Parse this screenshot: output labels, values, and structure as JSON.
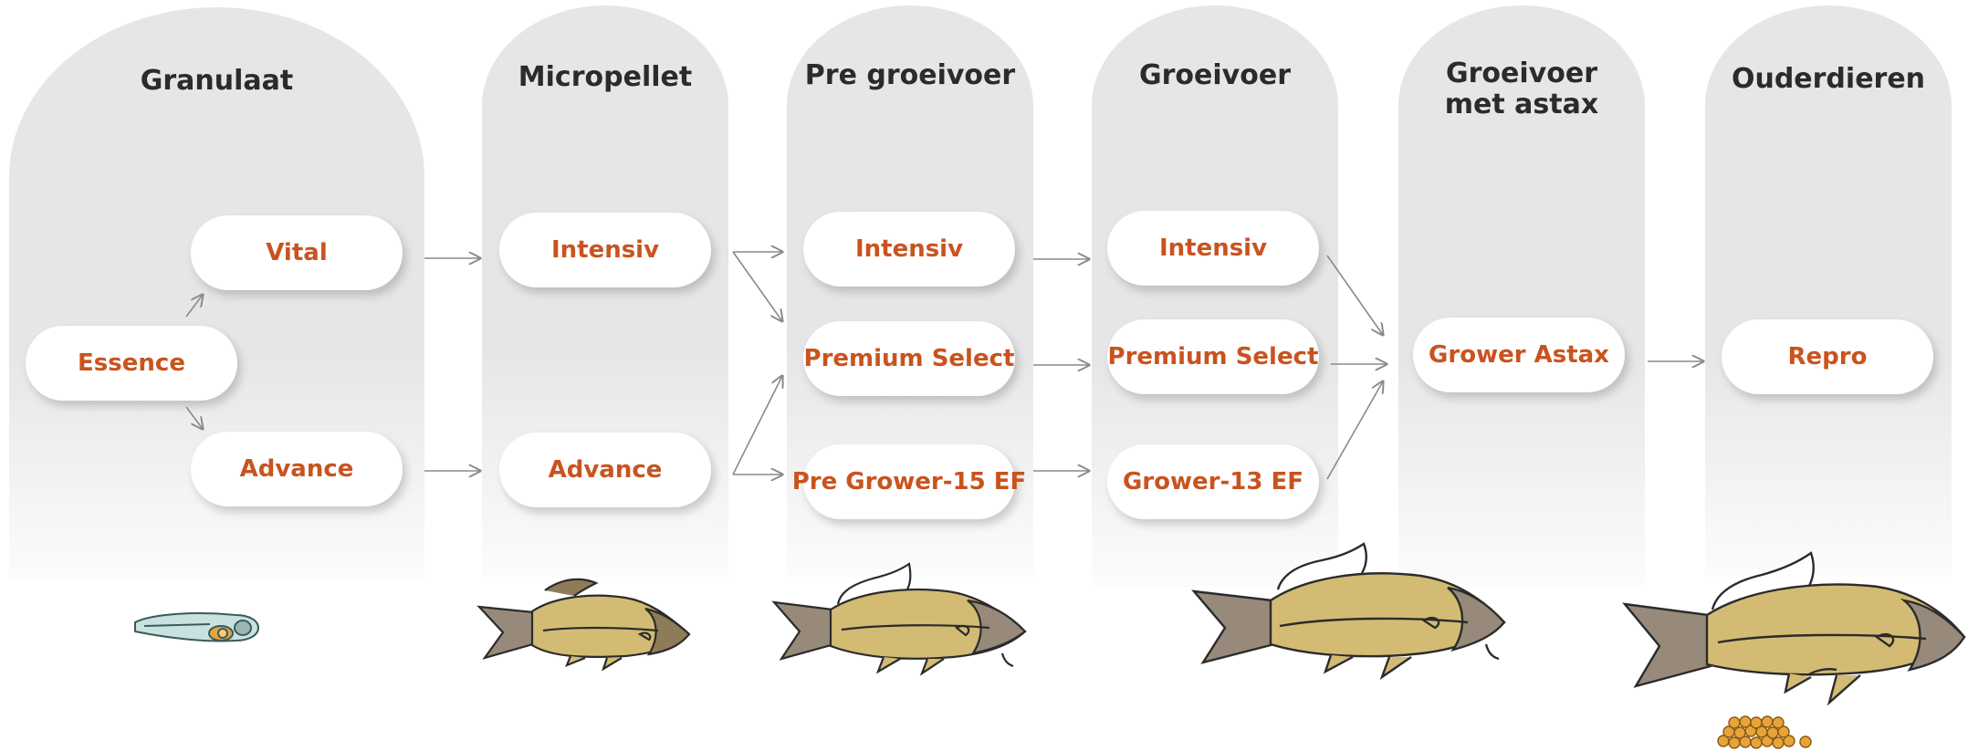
{
  "columns": [
    {
      "title": "Granulaat"
    },
    {
      "title": "Micropellet"
    },
    {
      "title": "Pre groeivoer"
    },
    {
      "title": "Groeivoer"
    },
    {
      "title": "Groeivoer met astax"
    },
    {
      "title": "Ouderdieren"
    }
  ],
  "products": {
    "essence": "Essence",
    "vital": "Vital",
    "advance_1": "Advance",
    "intensiv_2": "Intensiv",
    "advance_2": "Advance",
    "intensiv_3": "Intensiv",
    "premium_select_3": "Premium Select",
    "pre_grower": "Pre Grower-15 EF",
    "intensiv_4": "Intensiv",
    "premium_select_4": "Premium Select",
    "grower_13": "Grower-13 EF",
    "grower_astax": "Grower Astax",
    "repro": "Repro"
  },
  "colors": {
    "column_bg": "#e6e6e6",
    "product_text": "#c9531f",
    "title_text": "#2b2b2b",
    "arrow": "#8a8a8a",
    "fish_body": "#d3bb74",
    "fish_tail": "#978a7a",
    "fish_outline": "#2b2b2b"
  },
  "icons": [
    "arrow-icon",
    "larva-icon",
    "carp-icon",
    "eggs-icon"
  ]
}
